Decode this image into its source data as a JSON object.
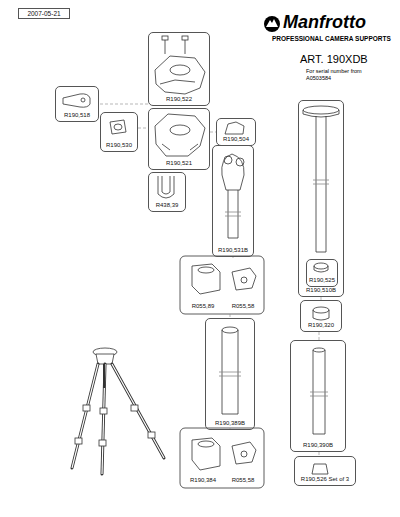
{
  "diagram": {
    "nodes": [
      {
        "text": [
          "2007-05-21"
        ]
      },
      {
        "text": [
          "R190,518"
        ]
      },
      {
        "text": [
          "R190,530"
        ]
      },
      {
        "text": [
          "R190,522"
        ]
      },
      {
        "text": [
          "R190,521"
        ]
      },
      {
        "text": [
          "R190,504"
        ]
      },
      {
        "text": [
          "R438,39"
        ]
      },
      {
        "text": [
          "R190,531B"
        ]
      },
      {
        "text": [
          "R190,510B"
        ]
      },
      {
        "text": [
          "R190,525"
        ],
        "in": 8
      },
      {
        "text": [
          "R055,89"
        ]
      },
      {
        "text": [
          "R055,58"
        ]
      },
      {
        "text": [
          "R190,320"
        ]
      },
      {
        "text": [
          "R190,389B"
        ]
      },
      {
        "text": [
          "R190,384"
        ]
      },
      {
        "text": [
          "R055,58"
        ]
      },
      {
        "text": [
          "R190,390B"
        ]
      },
      {
        "text": [
          "R190,526 Set of 3"
        ]
      }
    ],
    "labels": [
      "Manfrotto",
      "PROFESSIONAL CAMERA SUPPORTS",
      "ART. 190XDB",
      "For serial number from A0503584"
    ]
  }
}
